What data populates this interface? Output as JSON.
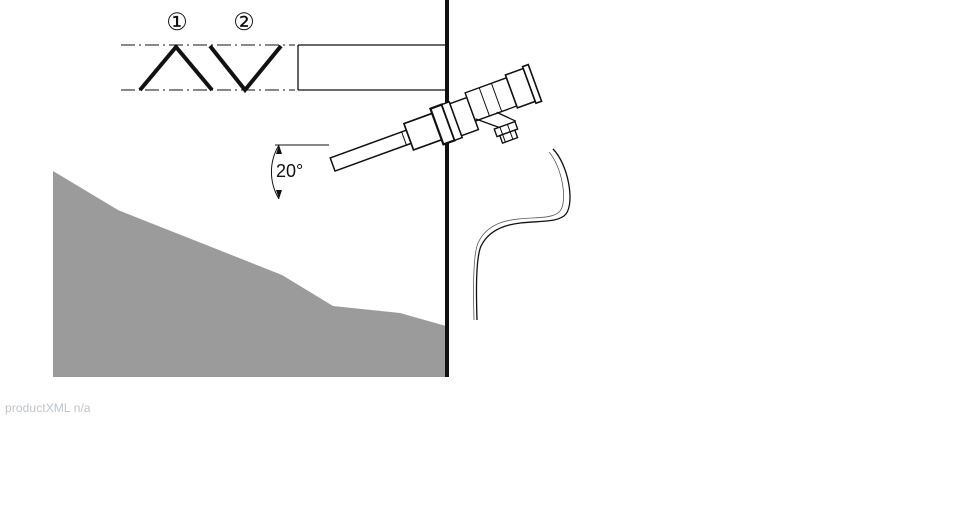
{
  "diagram": {
    "markers": [
      "①",
      "②"
    ],
    "angle_label": "20°",
    "colors": {
      "line": "#111111",
      "bulk_fill": "#9b9b9b",
      "background": "#ffffff",
      "footer_text": "#bfc4c9"
    }
  },
  "footer": {
    "note": "productXML n/a"
  }
}
